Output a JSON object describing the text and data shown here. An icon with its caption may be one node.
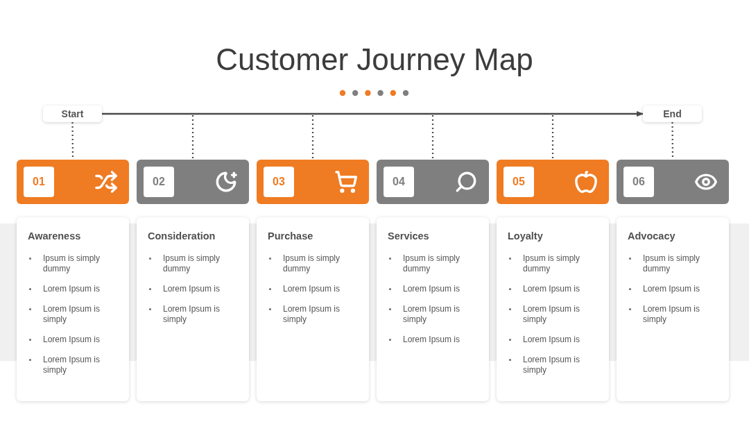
{
  "diagram": {
    "title": "Customer Journey Map",
    "nodes": [
      {
        "text": [
          "Start"
        ]
      },
      {
        "text": [
          "End"
        ]
      },
      {
        "text": [
          "01"
        ]
      },
      {
        "text": [
          "02"
        ]
      },
      {
        "text": [
          "03"
        ]
      },
      {
        "text": [
          "04"
        ]
      },
      {
        "text": [
          "05"
        ]
      },
      {
        "text": [
          "06"
        ]
      },
      {
        "text": [
          "Awareness",
          "Ipsum is simply dummy",
          "Lorem Ipsum is",
          "Lorem Ipsum is simply",
          "Lorem Ipsum is",
          "Lorem Ipsum is simply"
        ]
      },
      {
        "text": [
          "Consideration",
          "Ipsum is simply dummy",
          "Lorem Ipsum is",
          "Lorem Ipsum is simply"
        ]
      },
      {
        "text": [
          "Purchase",
          "Ipsum is simply dummy",
          "Lorem Ipsum is",
          "Lorem Ipsum is simply"
        ]
      },
      {
        "text": [
          "Services",
          "Ipsum is simply dummy",
          "Lorem Ipsum is",
          "Lorem Ipsum is simply",
          "Lorem Ipsum is"
        ]
      },
      {
        "text": [
          "Loyalty",
          "Ipsum is simply dummy",
          "Lorem Ipsum is",
          "Lorem Ipsum is simply",
          "Lorem Ipsum is",
          "Lorem Ipsum is simply"
        ]
      },
      {
        "text": [
          "Advocacy",
          "Ipsum is simply dummy",
          "Lorem Ipsum is",
          "Lorem Ipsum is simply"
        ]
      }
    ],
    "edges": [
      {
        "from": 0,
        "to": 1,
        "arrow": "to"
      },
      {
        "from": 0,
        "to": 2,
        "arrow": "none",
        "style": "dashed"
      },
      {
        "from": null,
        "to": 3,
        "arrow": "none",
        "style": "dashed"
      },
      {
        "from": null,
        "to": 4,
        "arrow": "none",
        "style": "dashed"
      },
      {
        "from": null,
        "to": 5,
        "arrow": "none",
        "style": "dashed"
      },
      {
        "from": null,
        "to": 6,
        "arrow": "none",
        "style": "dashed"
      },
      {
        "from": 1,
        "to": 7,
        "arrow": "none",
        "style": "dashed"
      }
    ]
  }
}
